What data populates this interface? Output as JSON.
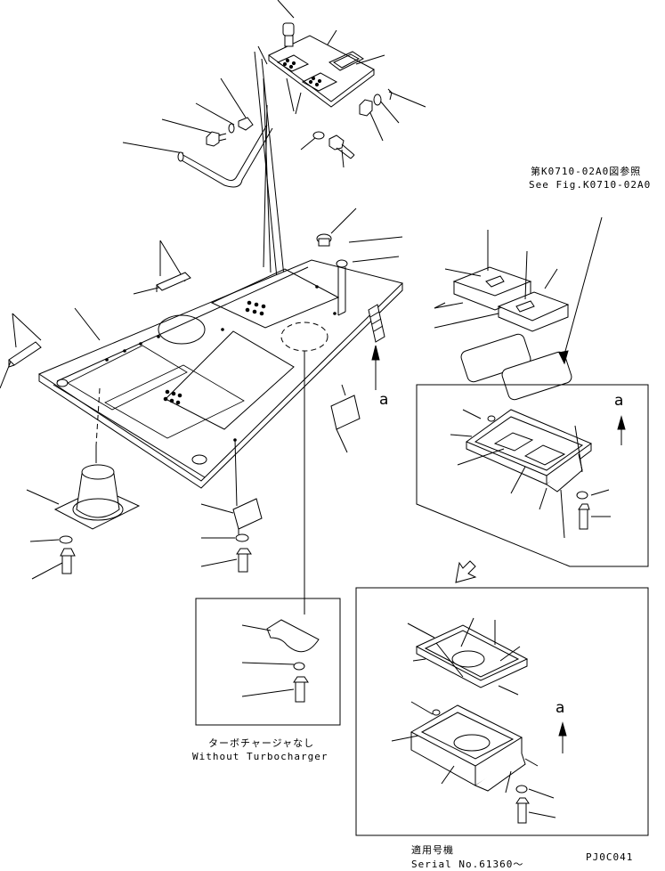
{
  "ref": {
    "jp": "第K0710-02A0図参照",
    "en": "See Fig.K0710-02A0"
  },
  "view_markers": {
    "a1": "a",
    "a2": "a",
    "a3": "a"
  },
  "inset_turbo": {
    "jp": "ターボチャージャなし",
    "en": "Without Turbocharger"
  },
  "inset_serial": {
    "jp": "適用号機",
    "en": "Serial No.61360～"
  },
  "drawing_code": "PJ0C041"
}
